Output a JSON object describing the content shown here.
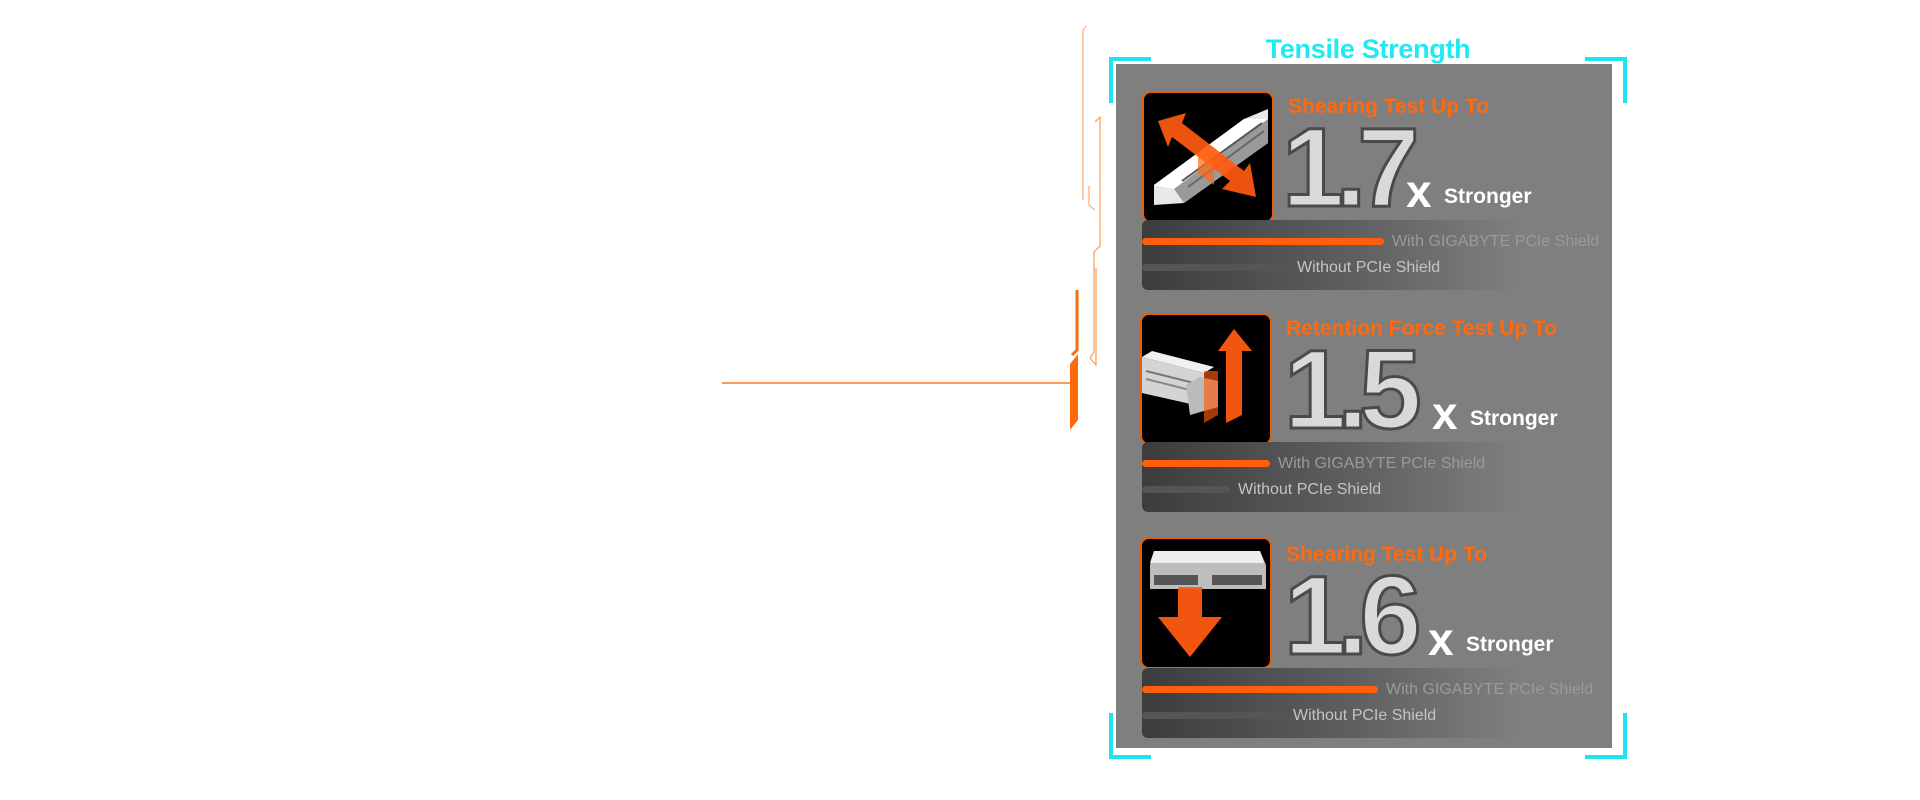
{
  "title": "Tensile Strength",
  "colors": {
    "title": "#1fe9f2",
    "corner": "#1fe3ef",
    "panel": "#7f7f7f",
    "accent": "#ff6a10",
    "icon_bg": "#000000"
  },
  "tests": [
    {
      "heading": "Shearing Test Up To",
      "multiplier": "1.7",
      "x_symbol": "x",
      "suffix": "Stronger",
      "icon": "horizontal-shear-arrows-icon",
      "with_label": "With GIGABYTE PCIe Shield",
      "without_label": "Without PCIe Shield"
    },
    {
      "heading": "Retention Force Test Up To",
      "multiplier": "1.5",
      "x_symbol": "x",
      "suffix": "Stronger",
      "icon": "upward-pull-arrow-icon",
      "with_label": "With GIGABYTE PCIe Shield",
      "without_label": "Without PCIe Shield"
    },
    {
      "heading": "Shearing Test Up To",
      "multiplier": "1.6",
      "x_symbol": "x",
      "suffix": "Stronger",
      "icon": "downward-press-arrow-icon",
      "with_label": "With GIGABYTE PCIe Shield",
      "without_label": "Without PCIe Shield"
    }
  ]
}
